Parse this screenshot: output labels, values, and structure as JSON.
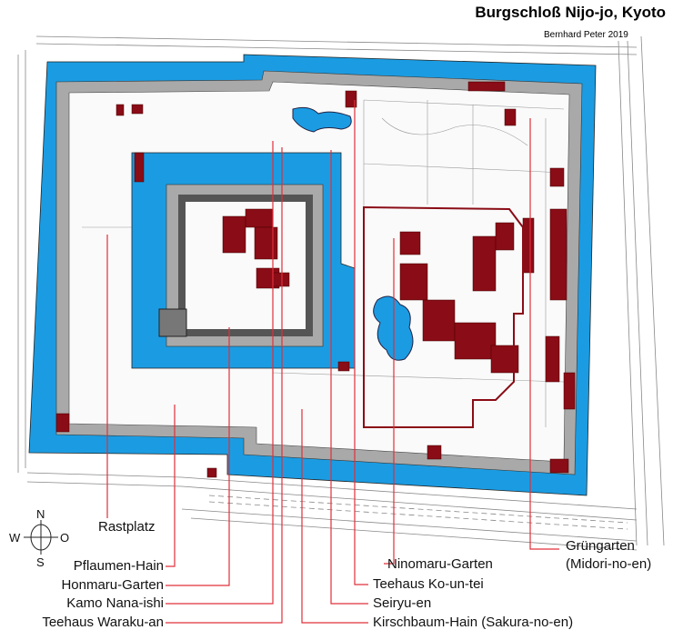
{
  "title": "Burgschloß Nijo-jo, Kyoto",
  "author": "Bernhard Peter 2019",
  "compass": {
    "n": "N",
    "s": "S",
    "w": "W",
    "e": "O"
  },
  "labels": {
    "rastplatz": "Rastplatz",
    "pflaumen": "Pflaumen-Hain",
    "honmaru": "Honmaru-Garten",
    "kamo": "Kamo Nana-ishi",
    "waraku": "Teehaus Waraku-an",
    "kirschbaum": "Kirschbaum-Hain (Sakura-no-en)",
    "seiryu": "Seiryu-en",
    "kountei": "Teehaus Ko-un-tei",
    "ninomaru": "Ninomaru-Garten",
    "gruengarten_1": "Grüngarten",
    "gruengarten_2": "(Midori-no-en)"
  },
  "colors": {
    "moat": "#1b9ce2",
    "wall": "#a9a9a9",
    "building": "#8a0c16",
    "leader": "#e0303a"
  }
}
